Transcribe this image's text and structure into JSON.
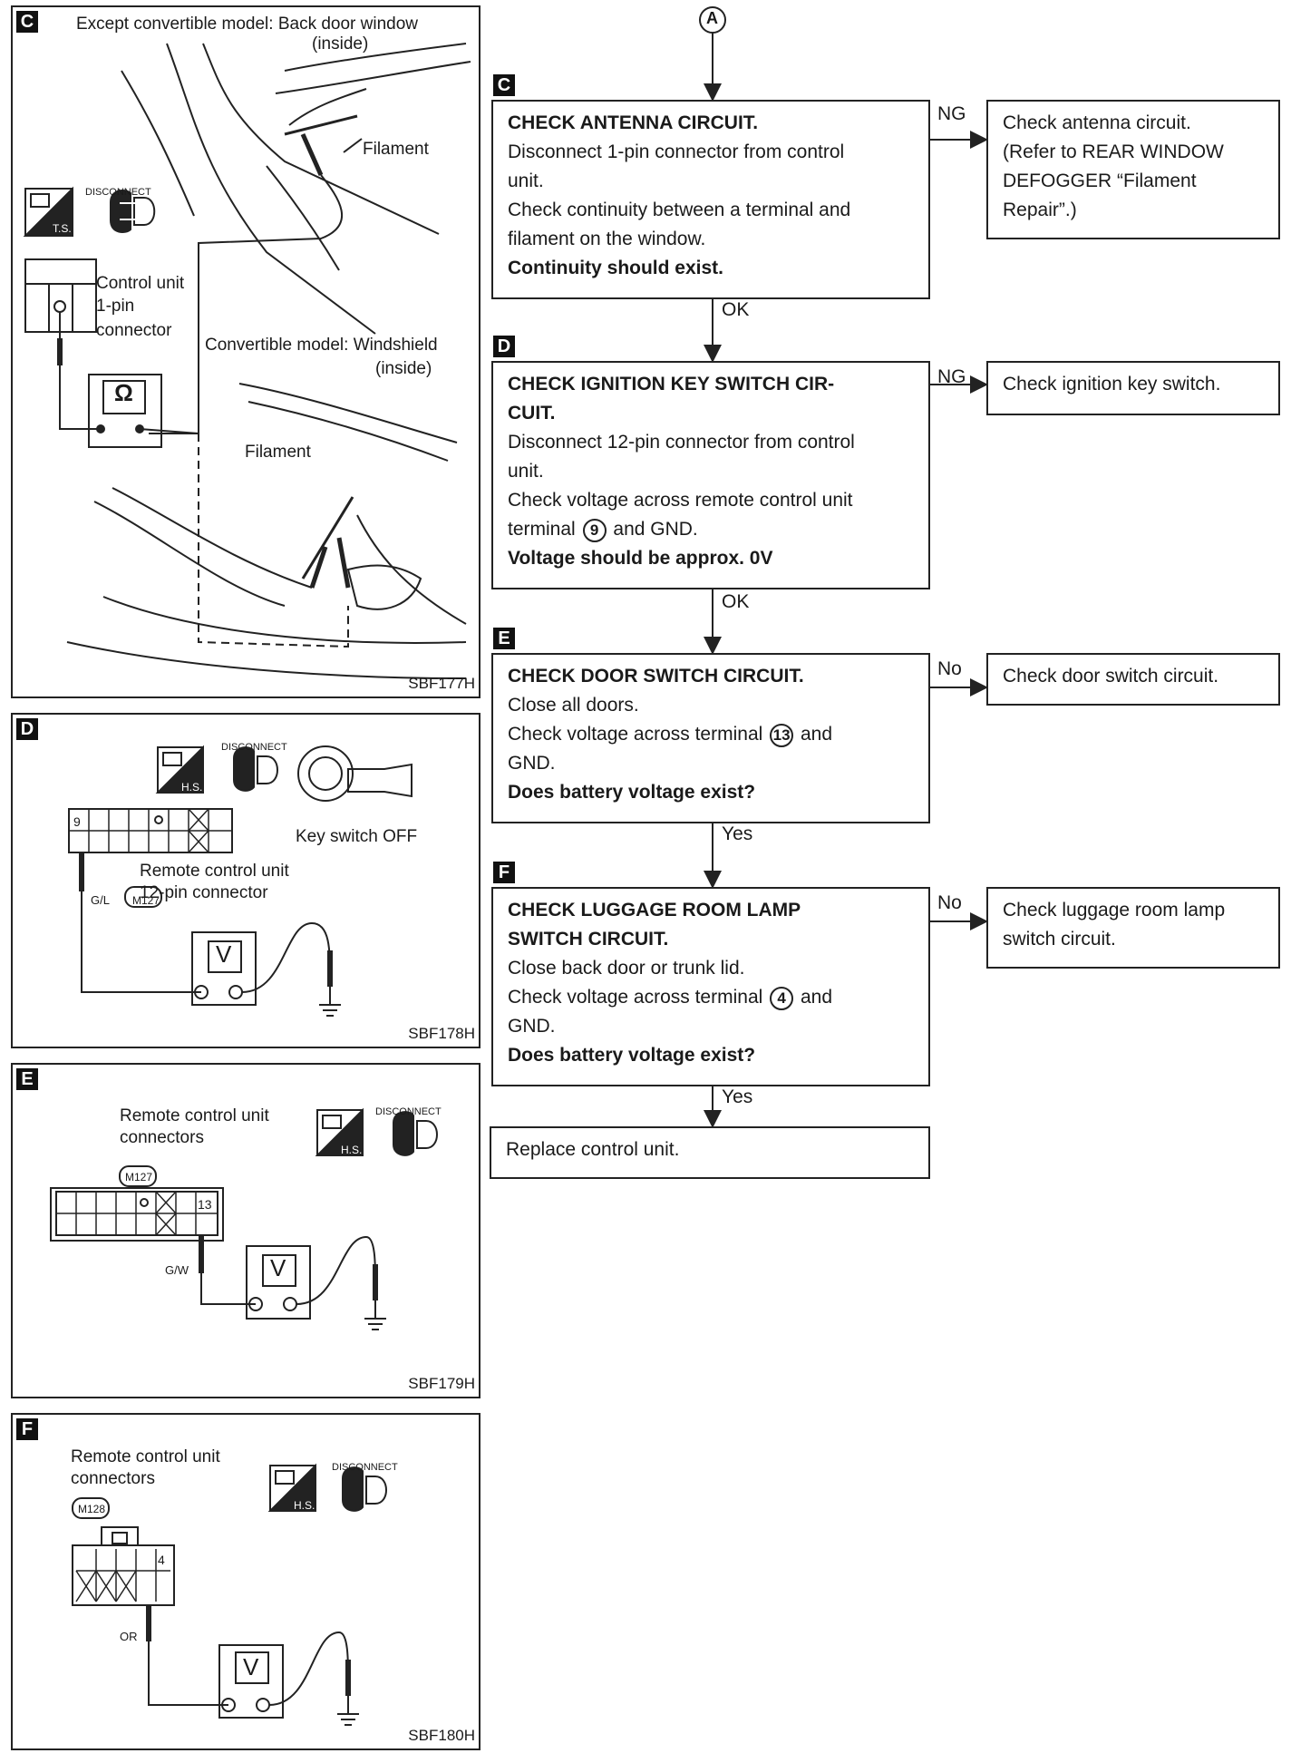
{
  "panels": {
    "c": {
      "label": "C",
      "title_line1": "Except convertible model: Back door window",
      "title_line2": "(inside)",
      "filament1": "Filament",
      "control_unit_line1": "Control unit",
      "control_unit_line2": "1-pin",
      "control_unit_line3": "connector",
      "ohm_symbol": "Ω",
      "ts_badge": "T.S.",
      "disconnect": "DISCONNECT",
      "convertible_line1": "Convertible model: Windshield",
      "convertible_line2": "(inside)",
      "filament2": "Filament",
      "code": "SBF177H"
    },
    "d": {
      "label": "D",
      "hs_badge": "H.S.",
      "disconnect": "DISCONNECT",
      "key_switch": "Key switch OFF",
      "pin_no": "9",
      "wire": "G/L",
      "remote_line1": "Remote control unit",
      "remote_line2": "12-pin connector",
      "connector_id": "M127",
      "meter": "V",
      "code": "SBF178H"
    },
    "e": {
      "label": "E",
      "remote_line1": "Remote control unit",
      "remote_line2": "connectors",
      "connector_id": "M127",
      "hs_badge": "H.S.",
      "disconnect": "DISCONNECT",
      "pin_no": "13",
      "wire": "G/W",
      "meter": "V",
      "code": "SBF179H"
    },
    "f": {
      "label": "F",
      "remote_line1": "Remote control unit",
      "remote_line2": "connectors",
      "connector_id": "M128",
      "hs_badge": "H.S.",
      "disconnect": "DISCONNECT",
      "pin_no": "4",
      "wire": "OR",
      "meter": "V",
      "code": "SBF180H"
    }
  },
  "flow": {
    "entry": "A",
    "steps": [
      {
        "label": "C",
        "title": "CHECK ANTENNA CIRCUIT.",
        "line1": "Disconnect 1-pin connector from control",
        "line2": "unit.",
        "line3": "Check continuity between a terminal and",
        "line4": "filament on the window.",
        "result": "Continuity should exist.",
        "branch": "NG",
        "branch_result_line1": "Check antenna circuit.",
        "branch_result_line2": "(Refer to REAR WINDOW",
        "branch_result_line3": "DEFOGGER “Filament",
        "branch_result_line4": "Repair”.)",
        "next": "OK"
      },
      {
        "label": "D",
        "title_line1": "CHECK IGNITION KEY SWITCH CIR-",
        "title_line2": "CUIT.",
        "line1": "Disconnect 12-pin connector from control",
        "line2": "unit.",
        "line3": "Check voltage across remote control unit",
        "line4_pre": "terminal",
        "terminal": "9",
        "line4_post": "and GND.",
        "result": "Voltage should be approx. 0V",
        "branch": "NG",
        "branch_result": "Check ignition key switch.",
        "next": "OK"
      },
      {
        "label": "E",
        "title": "CHECK DOOR SWITCH CIRCUIT.",
        "line1": "Close all doors.",
        "line2_pre": "Check voltage across terminal",
        "terminal": "13",
        "line2_post": "and",
        "line3": "GND.",
        "result": "Does battery voltage exist?",
        "branch": "No",
        "branch_result": "Check door switch circuit.",
        "next": "Yes"
      },
      {
        "label": "F",
        "title_line1": "CHECK LUGGAGE ROOM LAMP",
        "title_line2": "SWITCH CIRCUIT.",
        "line1": "Close back door or trunk lid.",
        "line2_pre": "Check voltage across terminal",
        "terminal": "4",
        "line2_post": "and",
        "line3": "GND.",
        "result": "Does battery voltage exist?",
        "branch": "No",
        "branch_result_line1": "Check luggage room lamp",
        "branch_result_line2": "switch circuit.",
        "next": "Yes"
      }
    ],
    "final": "Replace control unit."
  }
}
